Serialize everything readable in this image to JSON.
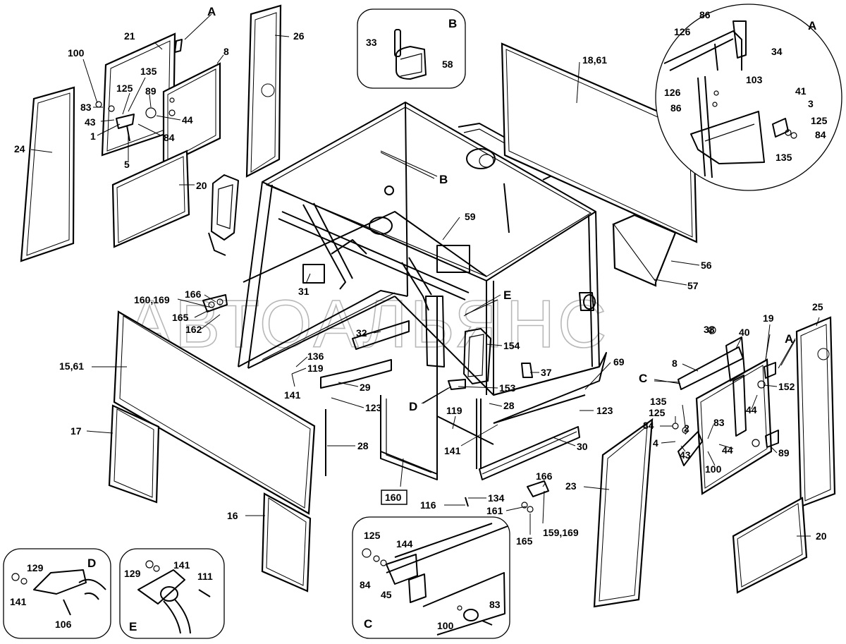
{
  "watermark": "АВТОАЛЬЯНС",
  "details": {
    "A_top": "A",
    "A_inset": "A",
    "A_right": "A",
    "B_inset": "B",
    "B_arrow": "B",
    "C_inset": "C",
    "C_arrow": "C",
    "D_inset": "D",
    "D_arrow": "D",
    "E_inset": "E",
    "E_arrow": "E"
  },
  "callouts": {
    "p21": "21",
    "p26": "26",
    "p8a": "8",
    "p100a": "100",
    "p135a": "135",
    "p125a": "125",
    "p89a": "89",
    "p83a": "83",
    "p43a": "43",
    "p44a": "44",
    "p1": "1",
    "p84a": "84",
    "p5": "5",
    "p24": "24",
    "p20a": "20",
    "p33": "33",
    "p58": "58",
    "p1861": "18,61",
    "pB": "B",
    "p59": "59",
    "p56": "56",
    "p57": "57",
    "p31": "31",
    "p160169": "160,169",
    "p166a": "166",
    "p165a": "165",
    "p162": "162",
    "pE": "E",
    "p32": "32",
    "p154": "154",
    "p37": "37",
    "p69": "69",
    "p1561": "15,61",
    "p136": "136",
    "p119a": "119",
    "p141a": "141",
    "p29": "29",
    "p123a": "123",
    "p153": "153",
    "p28a": "28",
    "p119b": "119",
    "p141b": "141",
    "p123b": "123",
    "p30": "30",
    "p17": "17",
    "p28b": "28",
    "p160": "160",
    "p134": "134",
    "p116": "116",
    "p161": "161",
    "p166b": "166",
    "p165b": "165",
    "p159169": "159,169",
    "p16": "16",
    "p23": "23",
    "p20b": "20",
    "p25": "25",
    "p38": "38",
    "p40": "40",
    "p19": "19",
    "p8b": "8",
    "p152": "152",
    "p135b": "135",
    "p125b": "125",
    "p84b": "84",
    "p2": "2",
    "p83b": "83",
    "p4": "4",
    "p43b": "43",
    "p44b": "44",
    "p44c": "44",
    "p100b": "100",
    "p89b": "89",
    "iA86a": "86",
    "iA126a": "126",
    "iA34": "34",
    "iA103": "103",
    "iA126b": "126",
    "iA41": "41",
    "iA86b": "86",
    "iA3": "3",
    "iA125": "125",
    "iA84": "84",
    "iA135": "135",
    "iC125": "125",
    "iC144": "144",
    "iC84": "84",
    "iC45": "45",
    "iC83": "83",
    "iC100": "100",
    "iD129": "129",
    "iD141": "141",
    "iD106": "106",
    "iE129": "129",
    "iE141": "141",
    "iE111": "111"
  }
}
